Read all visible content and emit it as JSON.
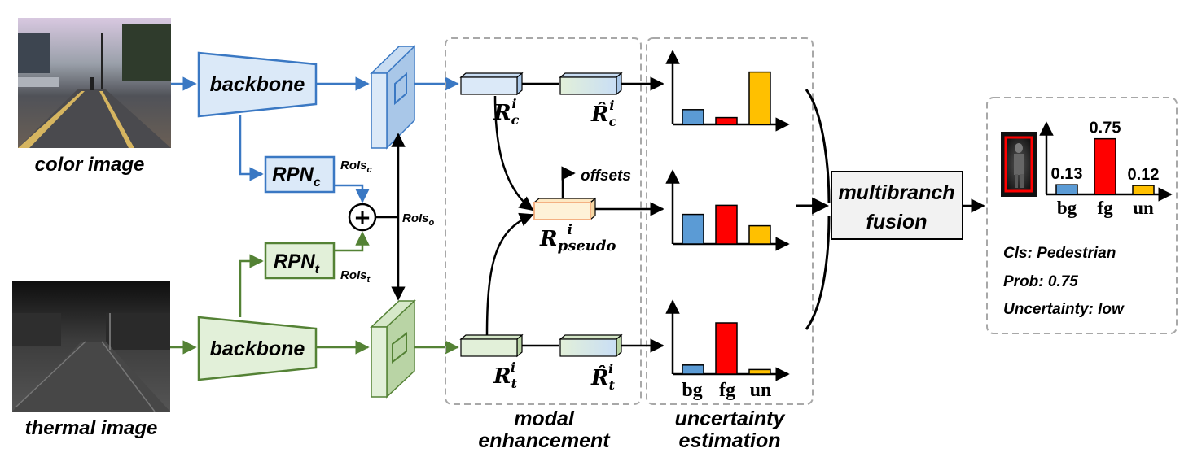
{
  "title": "",
  "inputs": {
    "color_label": "color image",
    "thermal_label": "thermal image"
  },
  "backbone": {
    "color_label": "backbone",
    "thermal_label": "backbone"
  },
  "rpn": {
    "color": {
      "main": "RPN",
      "sub": "c"
    },
    "thermal": {
      "main": "RPN",
      "sub": "t"
    }
  },
  "rois": {
    "color": {
      "main": "RoIs",
      "sub": "c"
    },
    "thermal": {
      "main": "RoIs",
      "sub": "t"
    },
    "overall": {
      "main": "RoIs",
      "sub": "o"
    }
  },
  "plus_symbol": "+",
  "features": {
    "rc": {
      "main": "R",
      "sub": "c",
      "sup": "i"
    },
    "rc_hat": {
      "main": "R̂",
      "sub": "c",
      "sup": "i"
    },
    "rt": {
      "main": "R",
      "sub": "t",
      "sup": "i"
    },
    "rt_hat": {
      "main": "R̂",
      "sub": "t",
      "sup": "i"
    },
    "rpseudo": {
      "main": "R",
      "sub": "pseudo",
      "sup": "i"
    }
  },
  "offsets_label": "offsets",
  "sections": {
    "modal_line1": "modal",
    "modal_line2": "enhancement",
    "uncert_line1": "uncertainty",
    "uncert_line2": "estimation"
  },
  "histogram_labels": [
    "bg",
    "fg",
    "un"
  ],
  "fusion": {
    "line1": "multibranch",
    "line2": "fusion"
  },
  "output": {
    "categories": [
      "bg",
      "fg",
      "un"
    ],
    "values": [
      0.13,
      0.75,
      0.12
    ],
    "value_labels": [
      "0.13",
      "0.75",
      "0.12"
    ],
    "cls": "Cls: Pedestrian",
    "prob": "Prob: 0.75",
    "uncertainty": "Uncertainty: low"
  },
  "colors": {
    "color_branch": "#3a78c3",
    "thermal_branch": "#548235",
    "bg_bar": "#5b9bd5",
    "fg_bar": "#ff0000",
    "un_bar": "#ffc000",
    "color_fill": "#dbe9f8",
    "thermal_fill": "#e2f0d9"
  },
  "chart_data": [
    {
      "type": "bar",
      "categories": [
        "bg",
        "fg",
        "un"
      ],
      "values": [
        0.13,
        0.06,
        0.46
      ],
      "ylim": [
        0,
        0.6
      ],
      "title": ""
    },
    {
      "type": "bar",
      "categories": [
        "bg",
        "fg",
        "un"
      ],
      "values": [
        0.26,
        0.34,
        0.16
      ],
      "ylim": [
        0,
        0.6
      ],
      "title": ""
    },
    {
      "type": "bar",
      "categories": [
        "bg",
        "fg",
        "un"
      ],
      "values": [
        0.08,
        0.45,
        0.04
      ],
      "ylim": [
        0,
        0.6
      ],
      "title": ""
    },
    {
      "type": "bar",
      "categories": [
        "bg",
        "fg",
        "un"
      ],
      "values": [
        0.13,
        0.75,
        0.12
      ],
      "ylim": [
        0,
        0.9
      ],
      "title": ""
    }
  ]
}
